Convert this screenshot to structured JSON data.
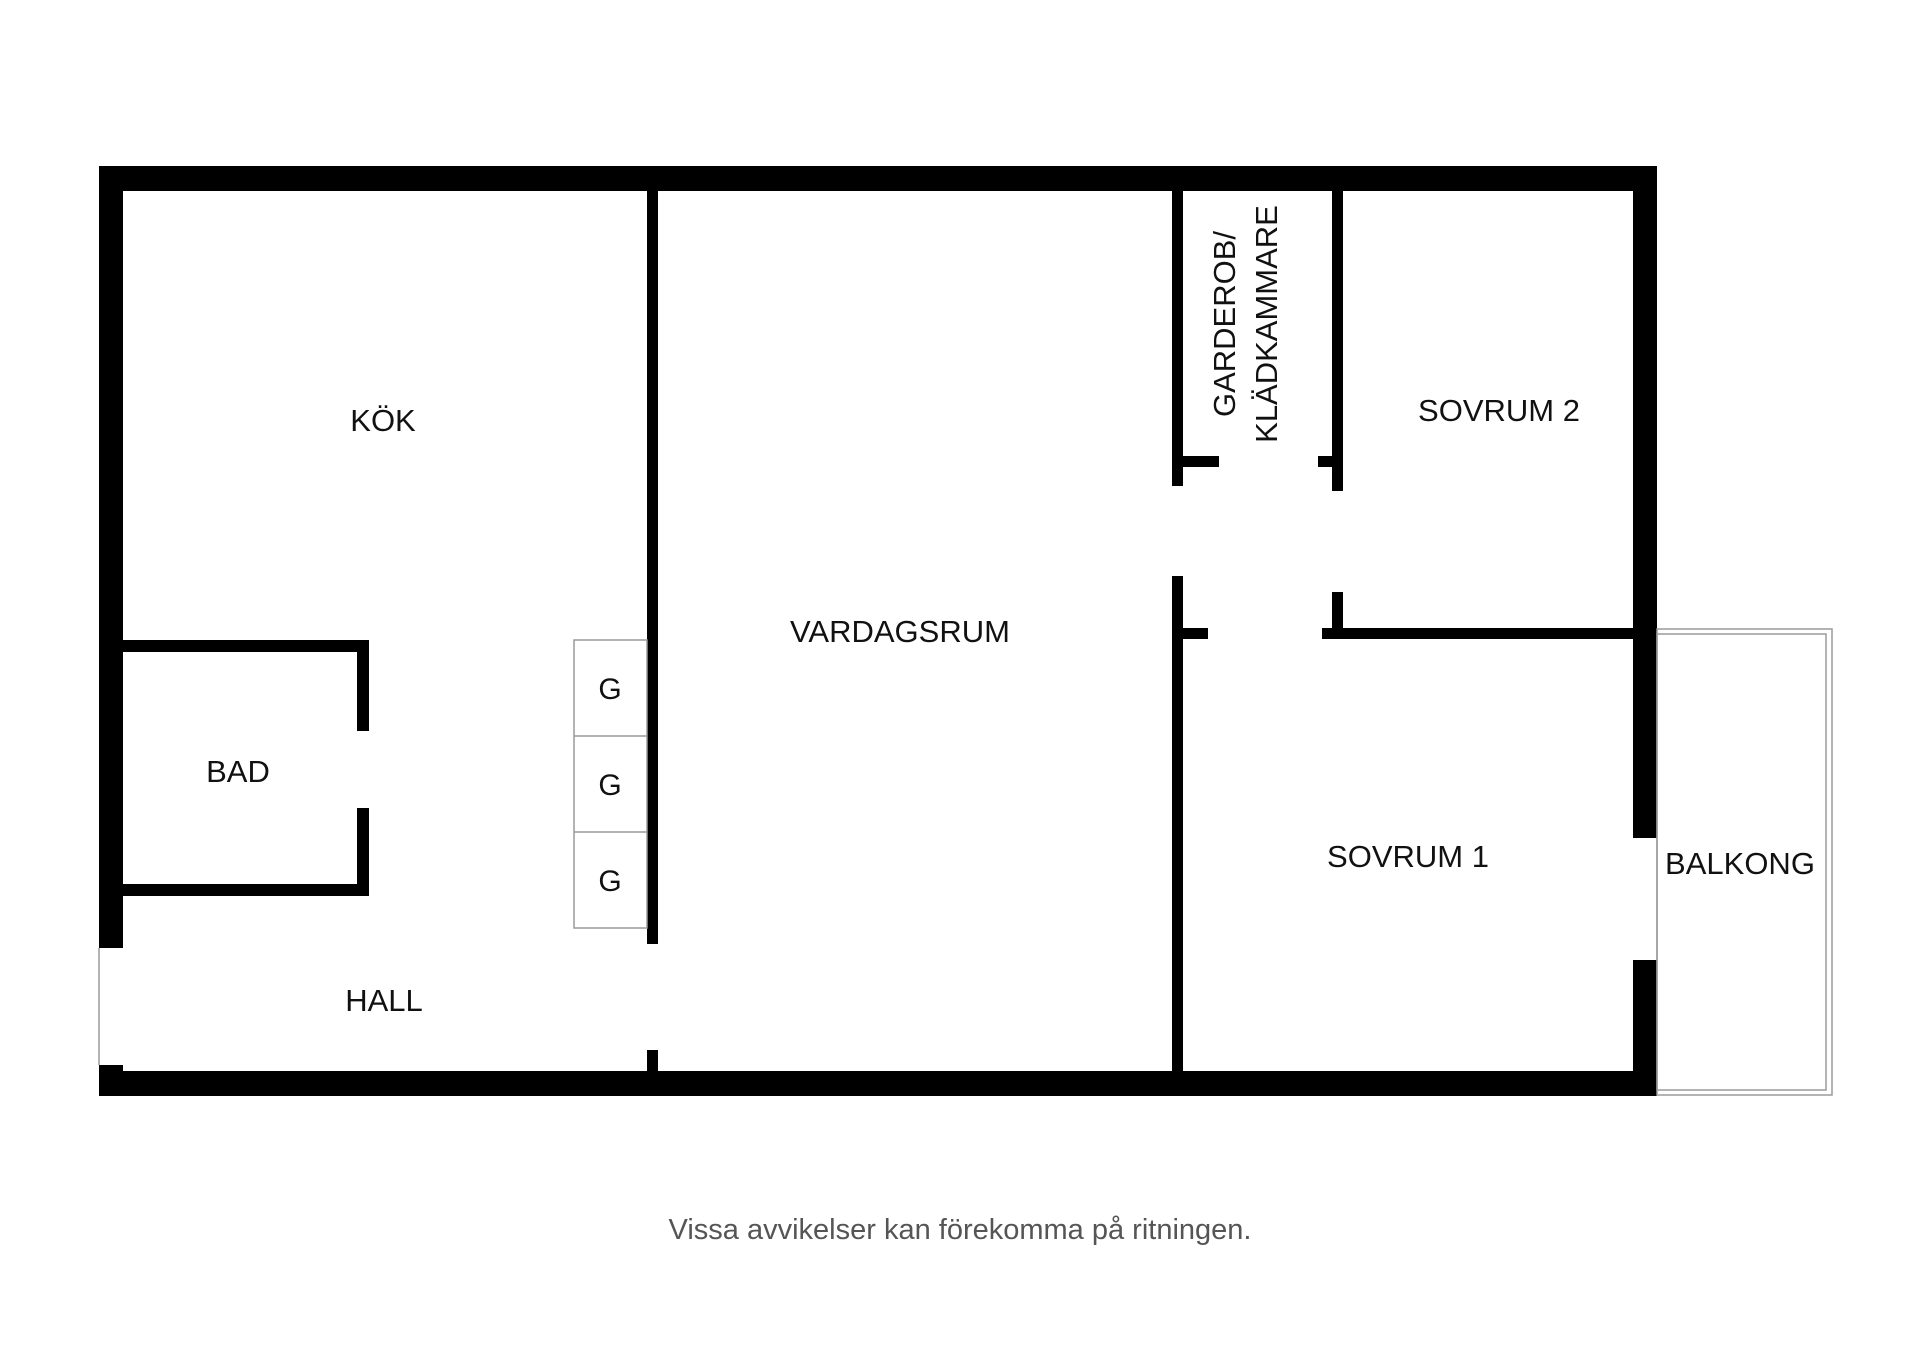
{
  "rooms": {
    "kok": "KÖK",
    "vardagsrum": "VARDAGSRUM",
    "garderob_line1": "GARDEROB/",
    "garderob_line2": "KLÄDKAMMARE",
    "sovrum2": "SOVRUM 2",
    "bad": "BAD",
    "sovrum1": "SOVRUM 1",
    "balkong": "BALKONG",
    "hall": "HALL"
  },
  "appliances": [
    "G",
    "G",
    "G"
  ],
  "disclaimer": "Vissa avvikelser kan förekomma på ritningen."
}
